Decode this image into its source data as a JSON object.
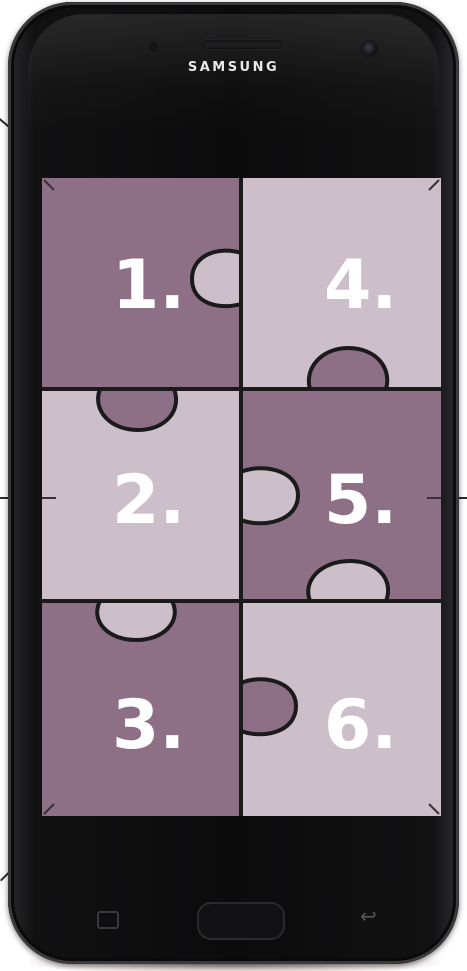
{
  "device": {
    "brand": "SAMSUNG"
  },
  "colors": {
    "dark_piece": "#8d6f86",
    "light_piece": "#cdbfca",
    "outline": "#1a1a1a",
    "phone_body": "#0b0b0c"
  },
  "puzzle": {
    "pieces": [
      {
        "label": "1.",
        "shade": "dark"
      },
      {
        "label": "2.",
        "shade": "light"
      },
      {
        "label": "3.",
        "shade": "dark"
      },
      {
        "label": "4.",
        "shade": "light"
      },
      {
        "label": "5.",
        "shade": "dark"
      },
      {
        "label": "6.",
        "shade": "light"
      }
    ]
  },
  "nav_icons": {
    "recent": "recent-apps-icon",
    "home": "home-button",
    "back": "back-arrow-icon"
  }
}
